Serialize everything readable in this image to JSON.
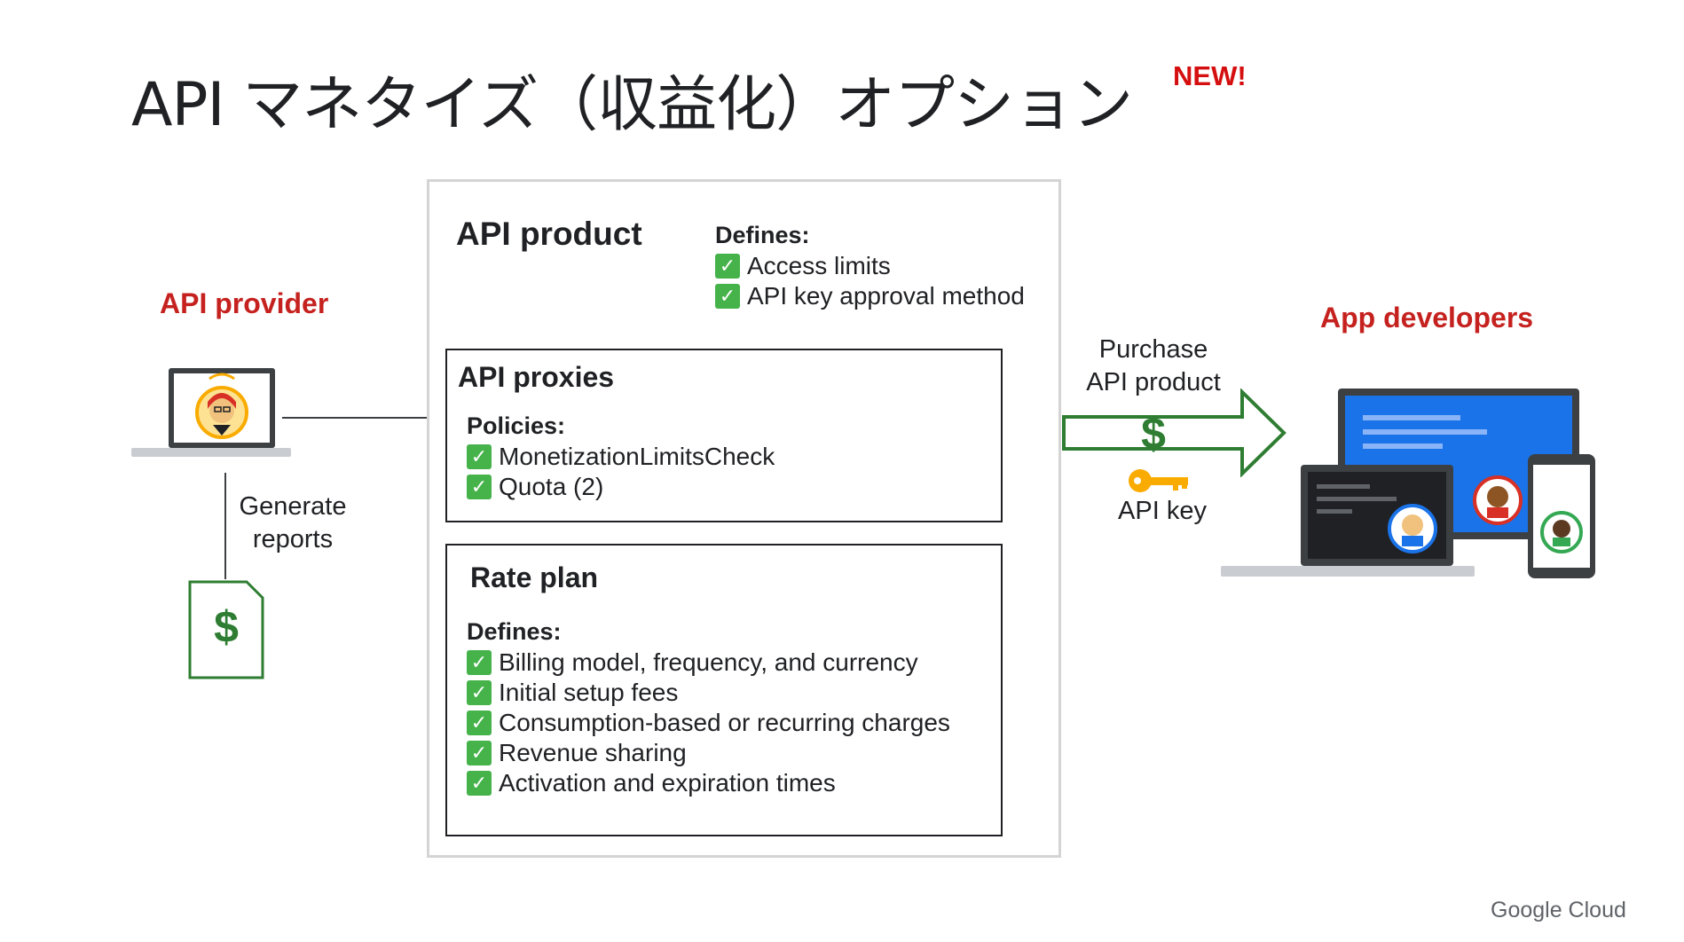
{
  "title": "API マネタイズ（収益化）オプション",
  "badge": "NEW!",
  "provider": {
    "label": "API provider",
    "generate_reports": [
      "Generate",
      "reports"
    ],
    "report_symbol": "$"
  },
  "api_product": {
    "title": "API product",
    "defines_label": "Defines:",
    "defines": [
      "Access limits",
      "API key approval method"
    ]
  },
  "api_proxies": {
    "title": "API proxies",
    "policies_label": "Policies:",
    "policies": [
      "MonetizationLimitsCheck",
      "Quota (2)"
    ]
  },
  "rate_plan": {
    "title": "Rate plan",
    "defines_label": "Defines:",
    "defines": [
      "Billing model, frequency, and currency",
      "Initial setup fees",
      "Consumption-based or recurring charges",
      "Revenue sharing",
      "Activation and expiration times"
    ]
  },
  "purchase": {
    "label": [
      "Purchase",
      "API product"
    ],
    "symbol": "$",
    "key_label": "API key"
  },
  "developers": {
    "label": "App developers"
  },
  "brand": "Google Cloud",
  "colors": {
    "accent_red": "#c5221f",
    "check_green": "#45b24a",
    "money_green": "#2e7d32",
    "new_red": "#d50f0f"
  },
  "icons": [
    "laptop-avatar-icon",
    "dollar-document-icon",
    "arrow-dollar-icon",
    "key-icon",
    "devices-icon",
    "check-icon"
  ]
}
